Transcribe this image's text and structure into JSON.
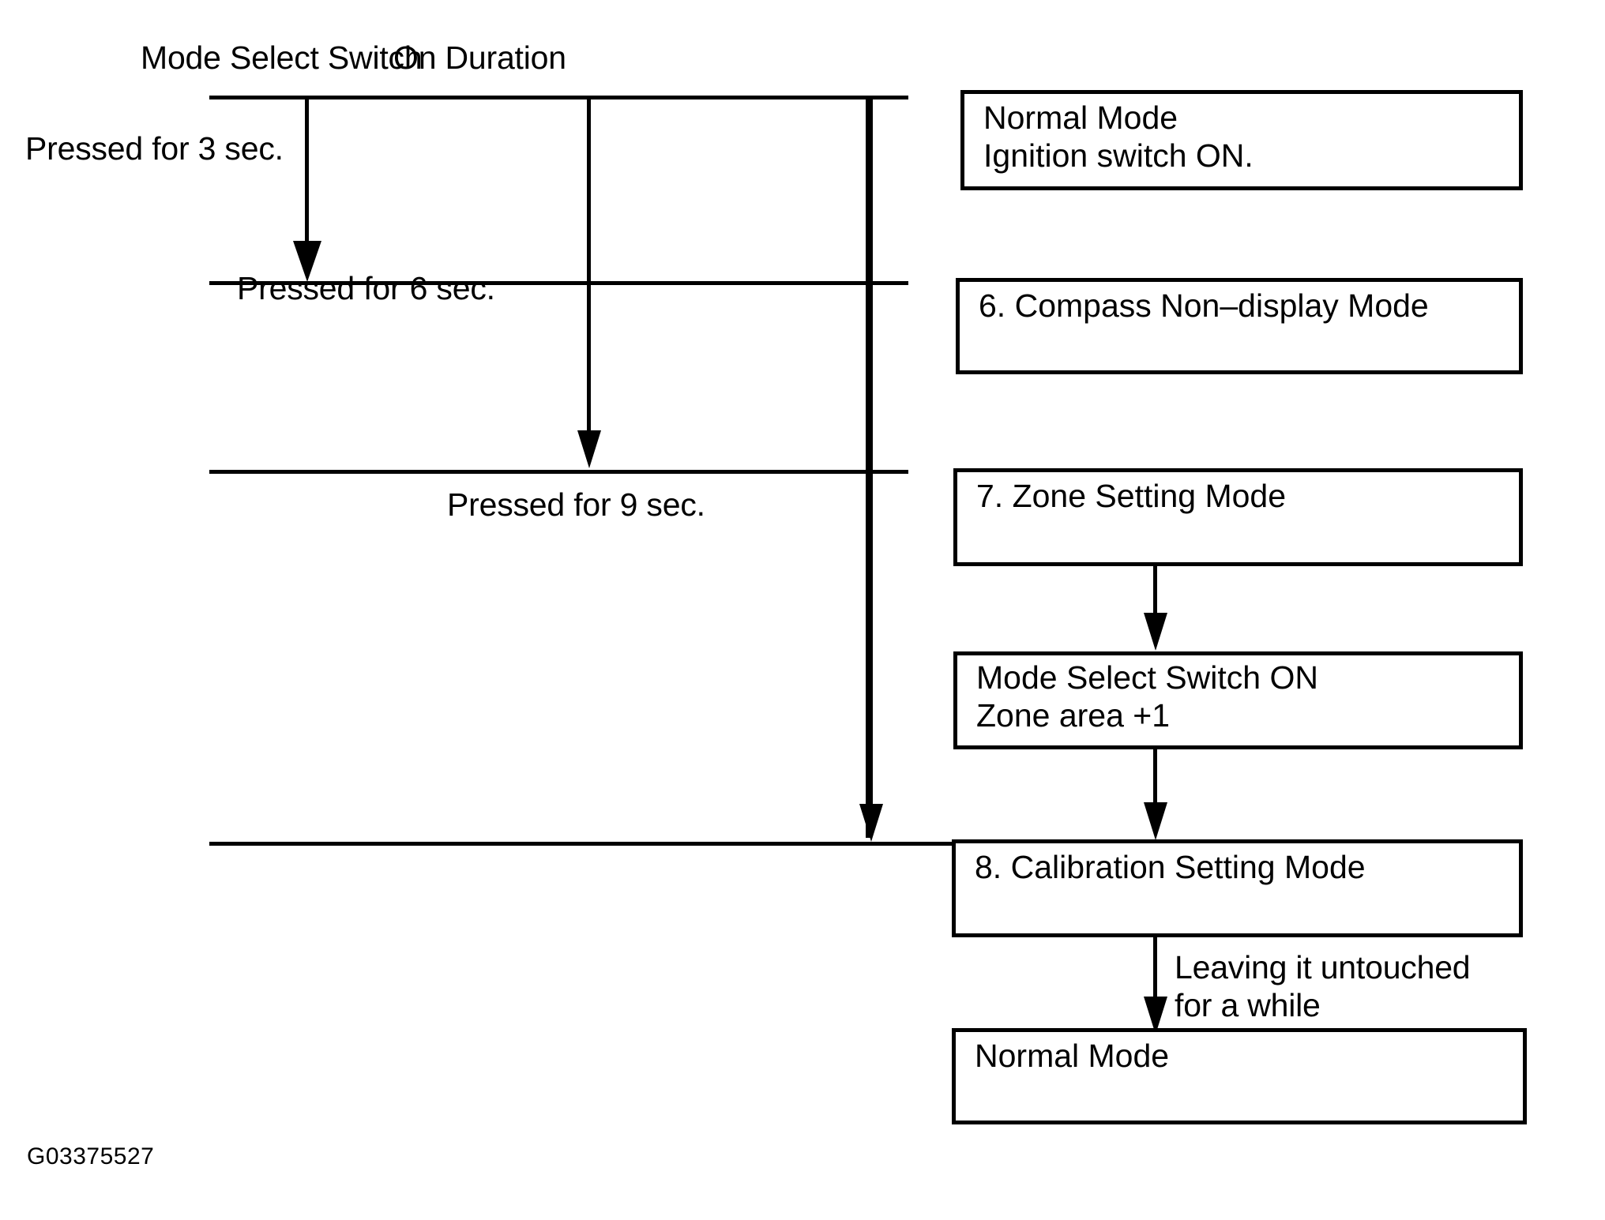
{
  "diagram": {
    "figure_code": "G03375527",
    "column_headers": [
      {
        "id": "mode-select-switch",
        "text": "Mode Select Switch"
      },
      {
        "id": "on-duration",
        "text": "On Duration"
      }
    ],
    "duration_labels": [
      {
        "id": "pressed-3-sec",
        "text": "Pressed for 3 sec."
      },
      {
        "id": "pressed-6-sec",
        "text": "Pressed for 6 sec."
      },
      {
        "id": "pressed-9-sec",
        "text": "Pressed for 9 sec."
      }
    ],
    "annotations": [
      {
        "id": "leaving-untouched",
        "line1": "Leaving it untouched",
        "line2": "for a while"
      }
    ],
    "boxes": [
      {
        "id": "normal-mode-top",
        "line1": "Normal Mode",
        "line2": "Ignition switch ON."
      },
      {
        "id": "compass-non-display-mode",
        "line1": "6. Compass Non–display Mode",
        "line2": ""
      },
      {
        "id": "zone-setting-mode",
        "line1": "7. Zone Setting Mode",
        "line2": ""
      },
      {
        "id": "mode-select-switch-on",
        "line1": "Mode Select Switch ON",
        "line2": "Zone area +1"
      },
      {
        "id": "calibration-setting-mode",
        "line1": "8. Calibration Setting Mode",
        "line2": ""
      },
      {
        "id": "normal-mode-bottom",
        "line1": "Normal Mode",
        "line2": ""
      }
    ]
  }
}
